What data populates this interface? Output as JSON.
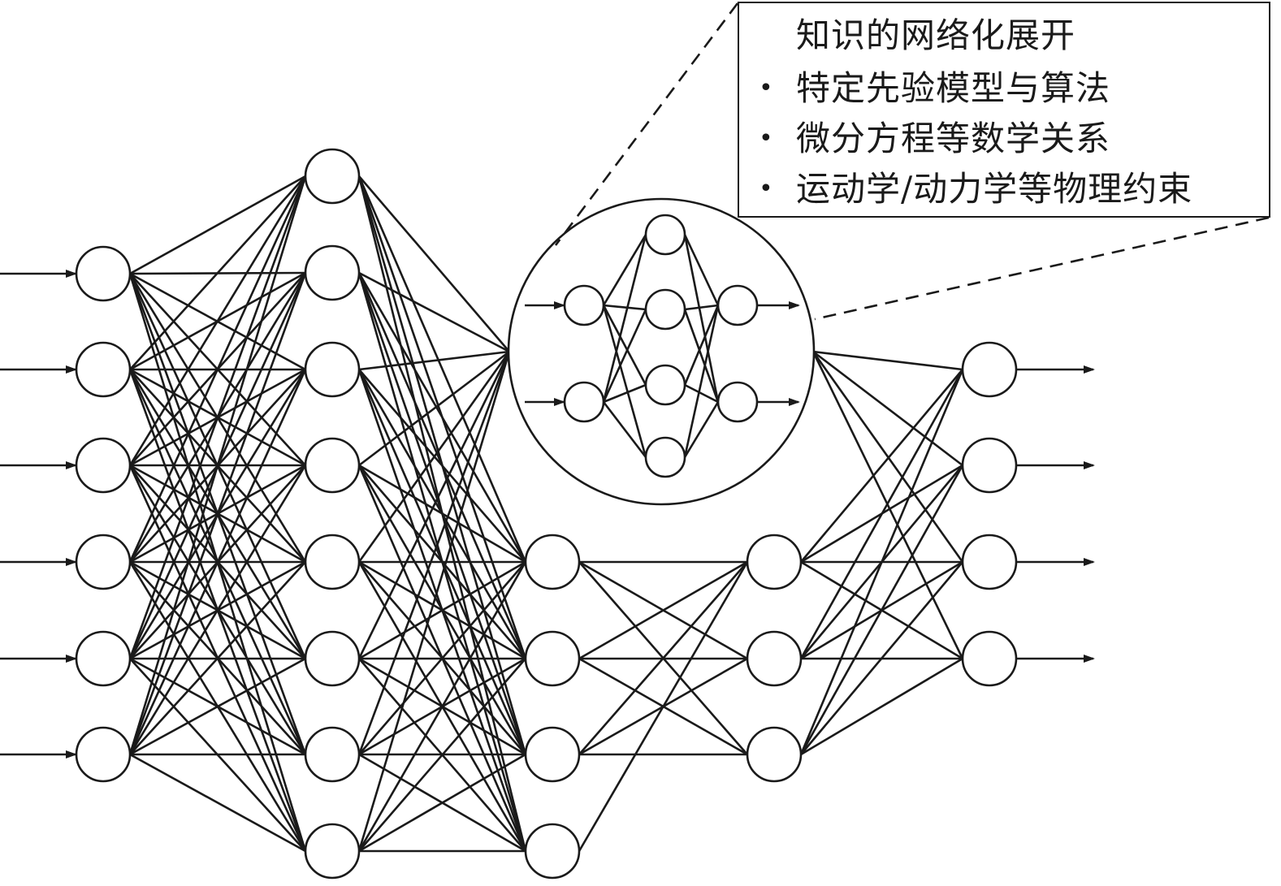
{
  "callout": {
    "title": "知识的网络化展开",
    "bullet_symbol": "•",
    "items": [
      "特定先验模型与算法",
      "微分方程等数学关系",
      "运动学/动力学等物理约束"
    ]
  },
  "network": {
    "input_count": 6,
    "output_count": 4,
    "layer_sizes": [
      6,
      8,
      4,
      3,
      4
    ],
    "embedded_subnetwork_layer_sizes": [
      2,
      4,
      2
    ]
  },
  "colors": {
    "line": "#1a1a1a",
    "node_fill": "#ffffff",
    "background": "#ffffff"
  }
}
